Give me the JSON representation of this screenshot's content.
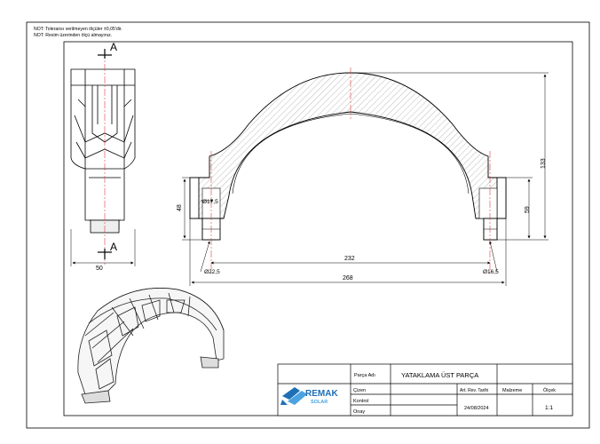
{
  "notes": [
    "NOT: Toleransı verilmeyen ölçüler ±0,05'dir.",
    "NOT: Resim üzerinden ölçü almayınız."
  ],
  "section_marks": {
    "top": "A",
    "bottom": "A"
  },
  "dimensions": {
    "side_width": "50",
    "height_left": "48",
    "bore_left": "Ø17,5",
    "inner_span": "232",
    "pin_left": "Ø22,5",
    "pin_right": "Ø16,5",
    "overall_width": "268",
    "overall_height": "133",
    "leg_height": "59"
  },
  "title_block": {
    "part_name_label": "Parça Adı",
    "part_name": "YATAKLAMA ÜST PARÇA",
    "logo_main": "REMAK",
    "logo_sub": "SOLAR",
    "drawn_label": "Çizen",
    "control_label": "Kontrol",
    "approve_label": "Onay",
    "revision_label": "Art. Rev. Tarihi",
    "revision_date": "24/08/2024",
    "material_label": "Malzeme",
    "scale_label": "Ölçek",
    "scale_value": "1:1"
  },
  "colors": {
    "line": "#000000",
    "center": "#d94040",
    "hatch": "#555555",
    "logo": "#1e6fb5"
  }
}
